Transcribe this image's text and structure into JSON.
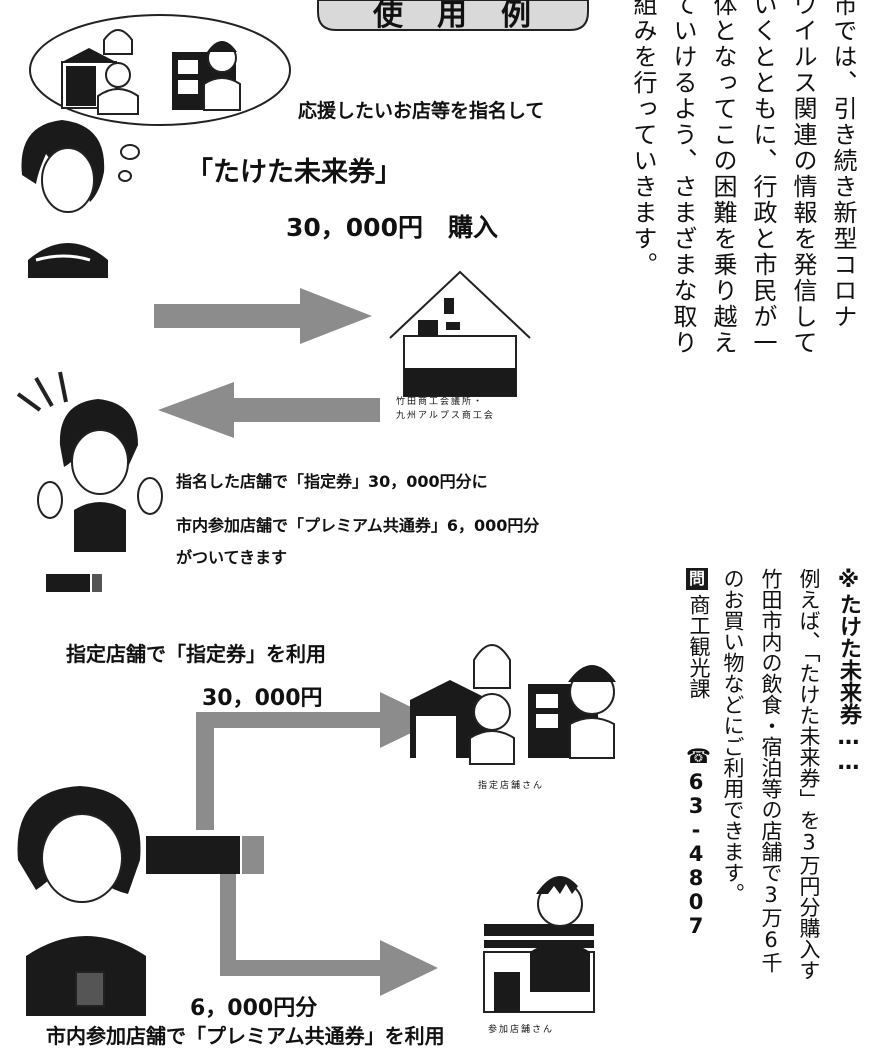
{
  "section_title": "使　用　例",
  "illustration": {
    "step1_line1": "応援したいお店等を指名して",
    "step1_line2": "「たけた未来券」",
    "step1_line3": "30，000円　購入",
    "org_line1": "竹田商工会議所・",
    "org_line2": "九州アルプス商工会",
    "step2_line1": "指名した店舗で「指定券」30，000円分に",
    "step2_line2": "市内参加店舗で「プレミアム共通券」6，000円分",
    "step2_line3": "がついてきます",
    "step3_heading": "指定店舗で「指定券」を利用",
    "step3_amount": "30，000円",
    "designated_store_label": "指定店舗さん",
    "step4_amount": "6，000円分",
    "step4_heading": "市内参加店舗で「プレミアム共通券」を利用",
    "participating_store_label": "参加店舗さん"
  },
  "right_column": [
    "市では、引き続き新型コロナ",
    "ウイルス関連の情報を発信して",
    "いくとともに、行政と市民が一",
    "体となってこの困難を乗り越え",
    "ていけるよう、さまざまな取り",
    "組みを行っていきます。"
  ],
  "note": {
    "heading": "※たけた未来券……",
    "body_line1": "例えば、「たけた未来券」を3万円分購入す",
    "body_line2": "竹田市内の飲食・宿泊等の店舗で3万6千",
    "body_line3": "のお買い物などにご利用できます。"
  },
  "contact": {
    "icon_label": "問",
    "department": "商工観光課",
    "phone_icon": "☎",
    "phone": "63-4807"
  },
  "colors": {
    "arrow": "#8c8c8c",
    "dark": "#1a1a1a",
    "tab": "#d9d9d9"
  }
}
